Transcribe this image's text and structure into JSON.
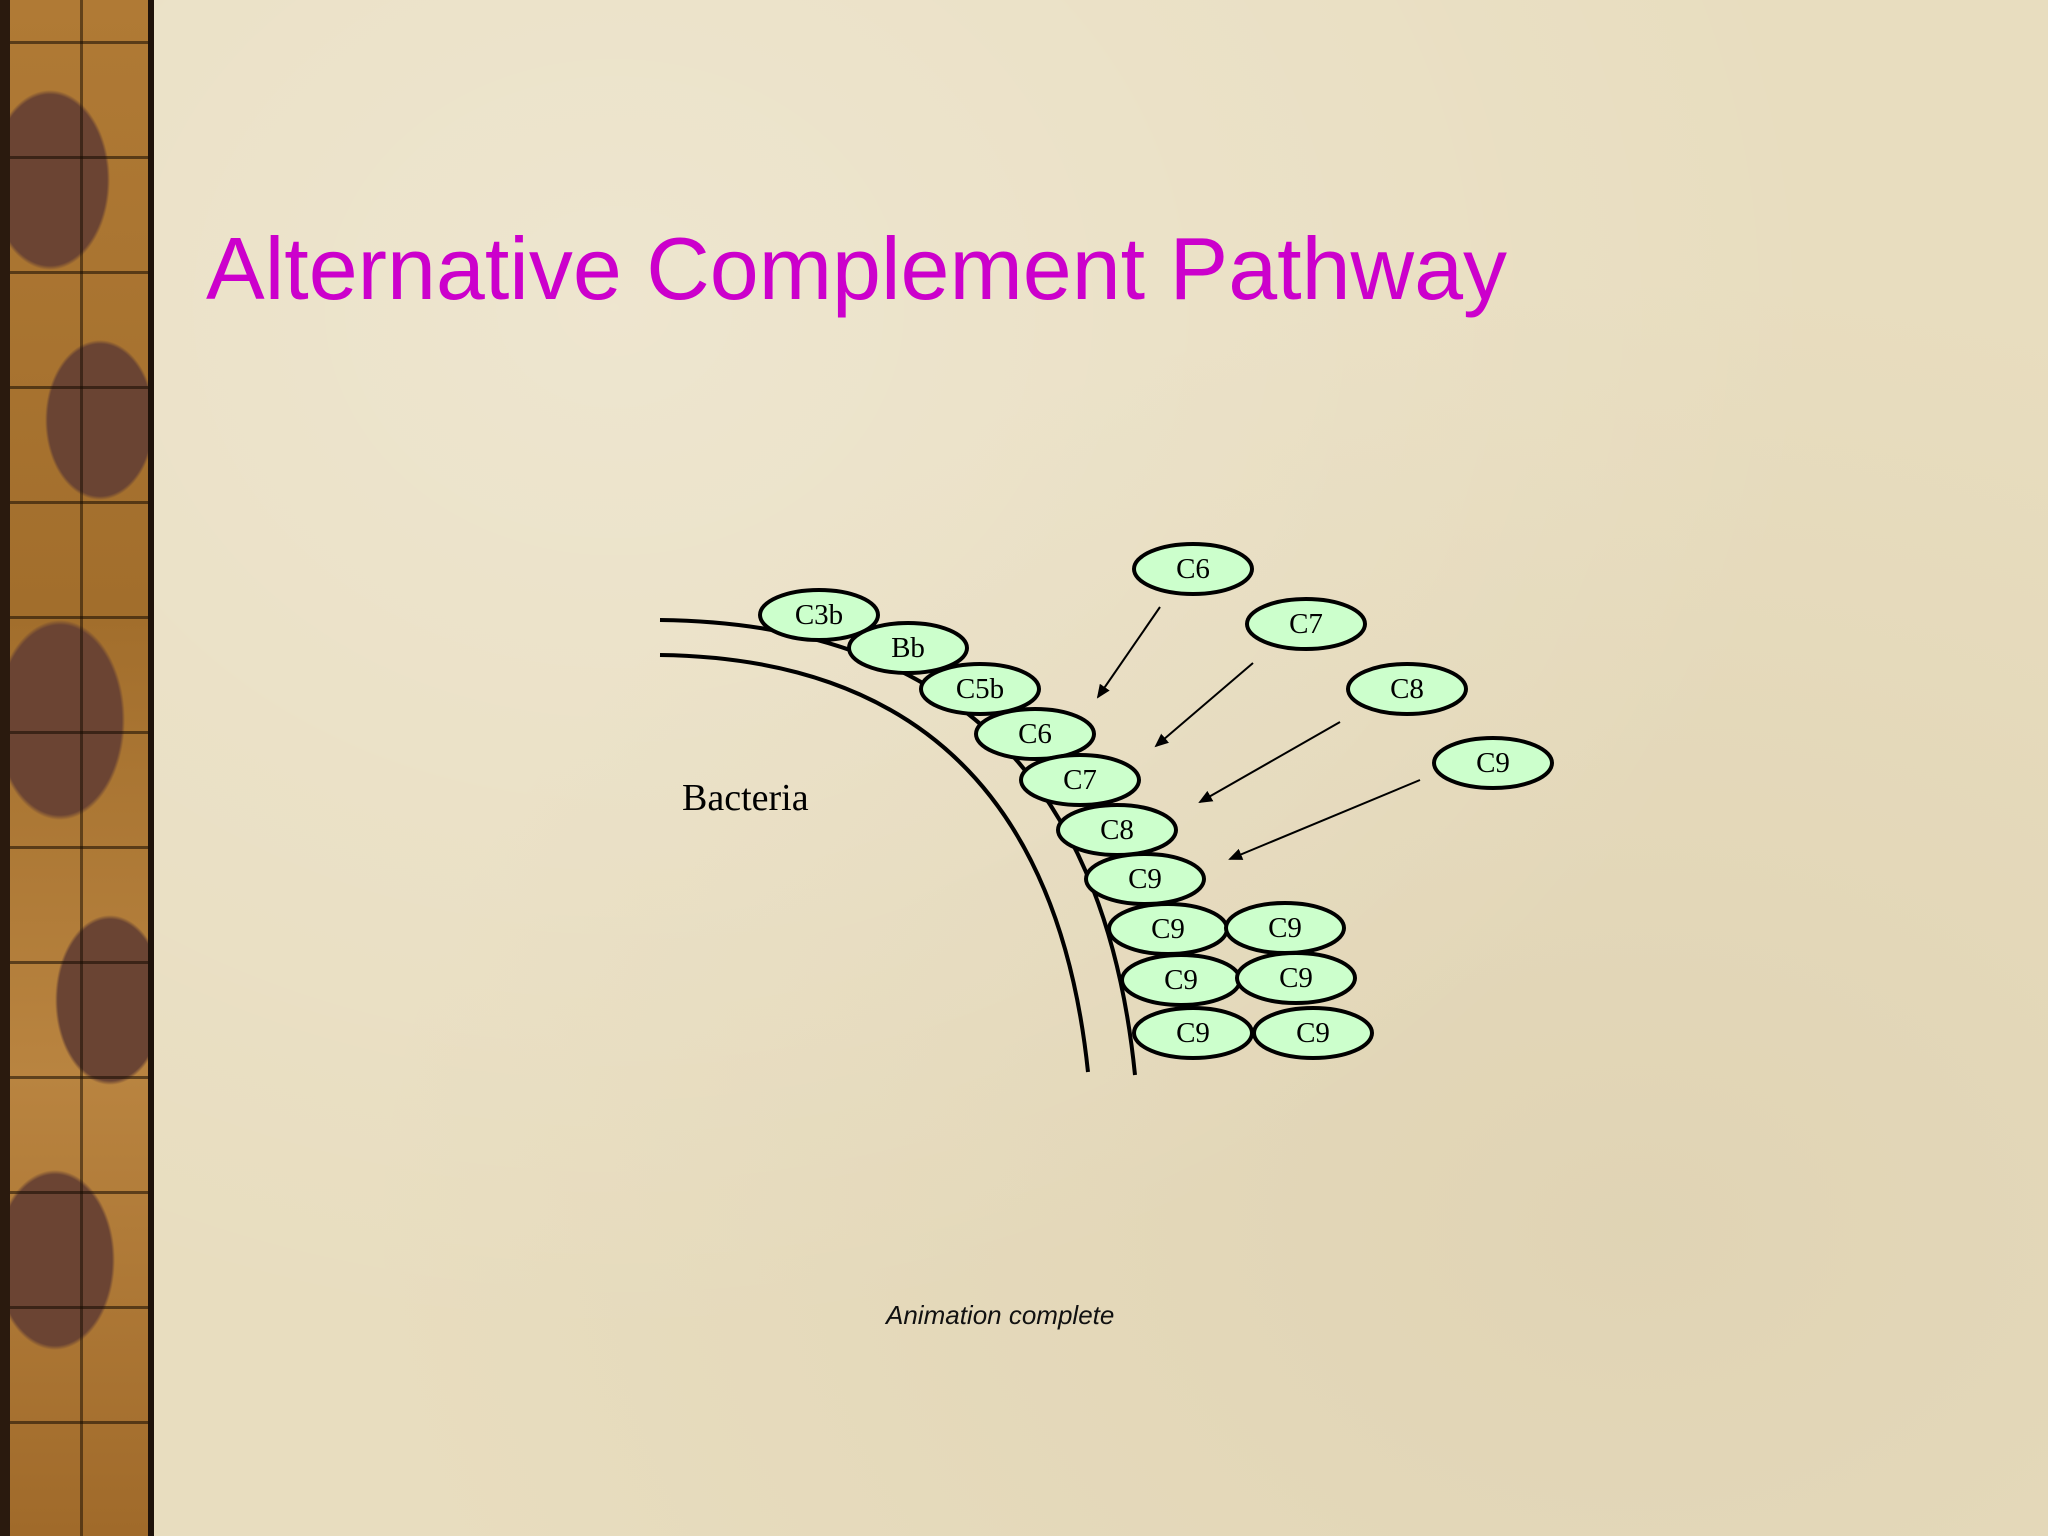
{
  "slide": {
    "title": "Alternative Complement Pathway",
    "status_text": "Animation complete",
    "title_color": "#cc00cc",
    "component_fill": "#ccffcc"
  },
  "diagram": {
    "bacteria_label": "Bacteria",
    "bound_chain": [
      "C3b",
      "Bb",
      "C5b",
      "C6",
      "C7",
      "C8",
      "C9"
    ],
    "pore_cluster": [
      "C9",
      "C9",
      "C9",
      "C9",
      "C9",
      "C9"
    ],
    "incoming": [
      "C6",
      "C7",
      "C8",
      "C9"
    ]
  }
}
